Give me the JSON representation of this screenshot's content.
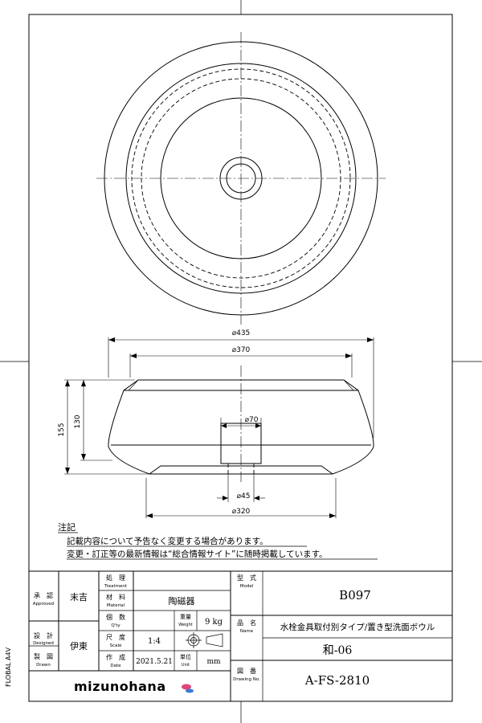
{
  "side_label": "FLOBAL A4V",
  "dimensions": {
    "outer_dia": "⌀435",
    "inner_dia": "⌀370",
    "height_total": "155",
    "height_bowl": "130",
    "drain_dia": "⌀70",
    "foot_inner_dia": "⌀45",
    "foot_dia": "⌀320"
  },
  "notes": {
    "title": "注記",
    "line1": "記載内容について予告なく変更する場合があります。",
    "line2": "変更・訂正等の最新情報は“総合情報サイト”に随時掲載しています。"
  },
  "title_block": {
    "approved_jp": "承　認",
    "approved_en": "Approved",
    "approved_name": "末吉",
    "designed_jp": "設　計",
    "designed_en": "Designed",
    "drawn_jp": "製　図",
    "drawn_en": "Drawn",
    "designer_name": "伊東",
    "treatment_jp": "処　理",
    "treatment_en": "Treatment",
    "material_jp": "材　料",
    "material_en": "Material",
    "material_value": "陶磁器",
    "qty_jp": "個　数",
    "qty_en": "Q'ty",
    "weight_jp": "重量",
    "weight_en": "Weight",
    "weight_value": "9 kg",
    "scale_jp": "尺　度",
    "scale_en": "Scale",
    "scale_value": "1:4",
    "date_jp": "作　成",
    "date_en": "Date",
    "date_value": "2021.5.21",
    "unit_jp": "単位",
    "unit_en": "Unit",
    "unit_value": "mm",
    "model_jp": "型　式",
    "model_en": "Model",
    "model_value": "B097",
    "name_jp": "品　名",
    "name_en": "Name",
    "name_value1": "水栓金具取付別タイプ/置き型洗面ボウル",
    "name_value2": "和-06",
    "drawing_jp": "図　番",
    "drawing_en": "Drawing No.",
    "drawing_value": "A-FS-2810",
    "logo_text": "mizunohana"
  }
}
